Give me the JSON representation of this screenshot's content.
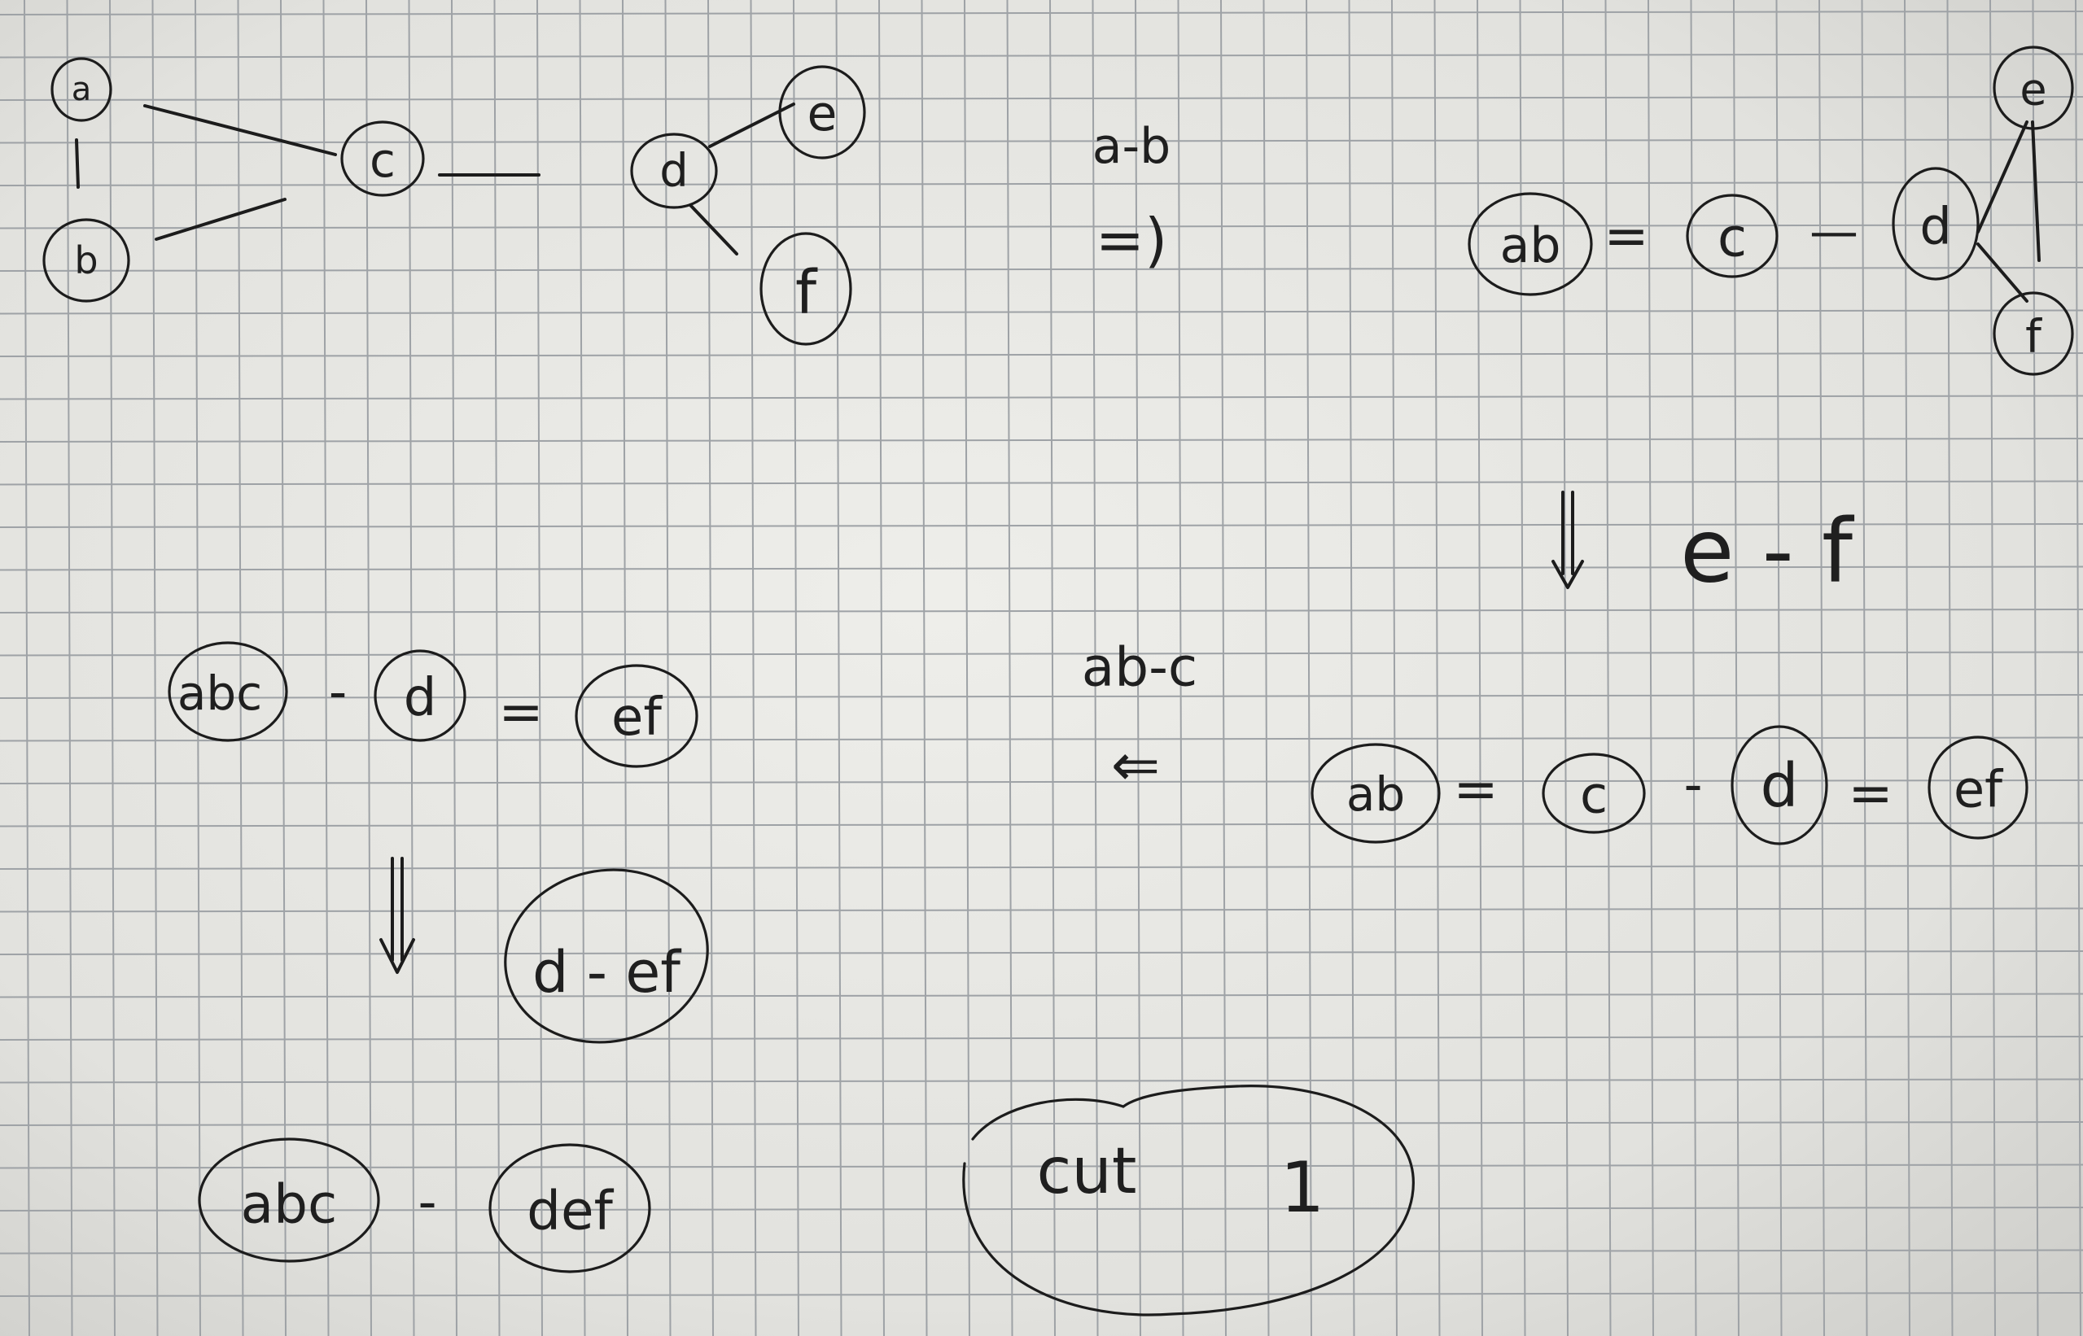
{
  "diagram": {
    "colors": {
      "paper": "#e9e9e6",
      "grid": "#9ea2a6",
      "ink": "#1c1c1c"
    },
    "graph_top_left": {
      "nodes": [
        "a",
        "b",
        "c",
        "d",
        "e",
        "f"
      ],
      "edges": [
        [
          "a",
          "b"
        ],
        [
          "a",
          "c"
        ],
        [
          "b",
          "c"
        ],
        [
          "c",
          "d"
        ],
        [
          "d",
          "e"
        ],
        [
          "d",
          "f"
        ]
      ]
    },
    "step1_label": "a-b",
    "step1_arrow": "=)",
    "graph_top_right": {
      "nodes": [
        "ab",
        "c",
        "d",
        "e",
        "f"
      ],
      "eq1": "=",
      "dash1": "—"
    },
    "step2_label": "e - f",
    "graph_mid_right": {
      "nodes": [
        "ab",
        "c",
        "d",
        "ef"
      ],
      "eq1": "=",
      "dash1": "-",
      "eq2": "="
    },
    "step3_label": "ab-c",
    "step3_arrow": "⇐",
    "graph_mid_left": {
      "nodes": [
        "abc",
        "d",
        "ef"
      ],
      "dash1": "-",
      "eq1": "="
    },
    "step4_result": "d - ef",
    "graph_bottom": {
      "nodes": [
        "abc",
        "def"
      ],
      "dash1": "-"
    },
    "cut_label": "cut",
    "cut_value": "1"
  }
}
